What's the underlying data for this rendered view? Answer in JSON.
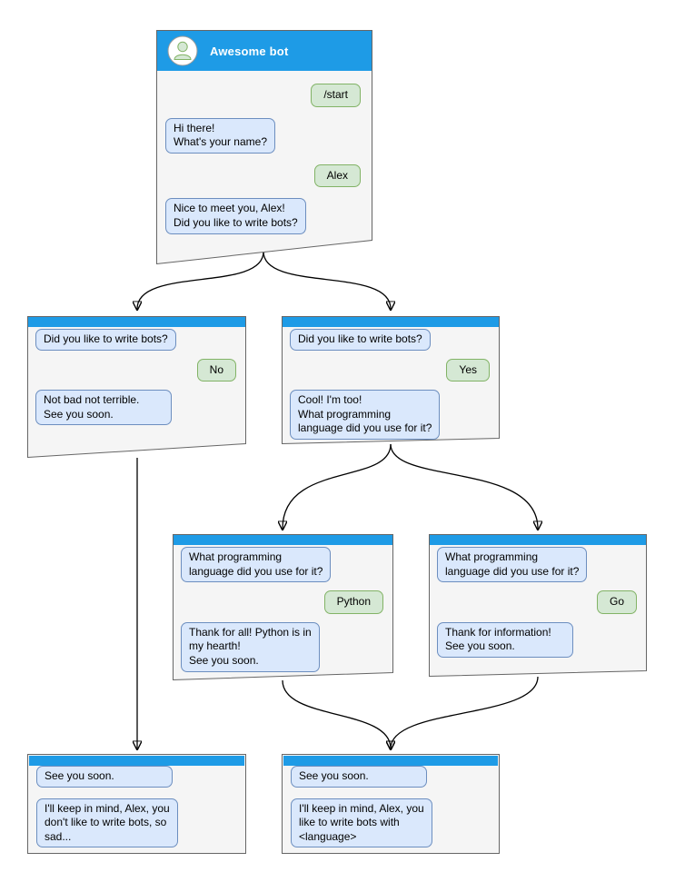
{
  "colors": {
    "titlebar": "#1e9be6",
    "bot_bubble_fill": "#dae8fc",
    "bot_bubble_border": "#6c8ebf",
    "user_bubble_fill": "#d5e8d4",
    "user_bubble_border": "#82b366",
    "window_fill": "#f5f5f5",
    "window_border": "#666666",
    "connector": "#000000"
  },
  "root": {
    "title": "Awesome bot",
    "user_start": "/start",
    "bot_greeting": "Hi there!\nWhat's your name?",
    "user_name": "Alex",
    "bot_question": "Nice to meet you, Alex!\nDid you like to write bots?"
  },
  "no_branch": {
    "bot_question": "Did you like to write bots?",
    "user_answer": "No",
    "bot_reply": "Not bad not terrible.\nSee you soon."
  },
  "yes_branch": {
    "bot_question": "Did you like to write bots?",
    "user_answer": "Yes",
    "bot_reply": "Cool! I'm too!\nWhat programming\nlanguage did you use for it?"
  },
  "python_branch": {
    "bot_question": "What programming\nlanguage did you use for it?",
    "user_answer": "Python",
    "bot_reply": "Thank for all! Python is in\nmy hearth!\nSee you soon."
  },
  "go_branch": {
    "bot_question": "What programming\nlanguage did you use for it?",
    "user_answer": "Go",
    "bot_reply": "Thank for information!\nSee you soon."
  },
  "end_no": {
    "bot_bye": "See you soon.",
    "bot_summary": "I'll keep in mind, Alex, you\ndon't like to write bots, so\nsad..."
  },
  "end_yes": {
    "bot_bye": "See you soon.",
    "bot_summary": "I'll keep in mind, Alex, you\nlike to write bots with\n<language>"
  }
}
